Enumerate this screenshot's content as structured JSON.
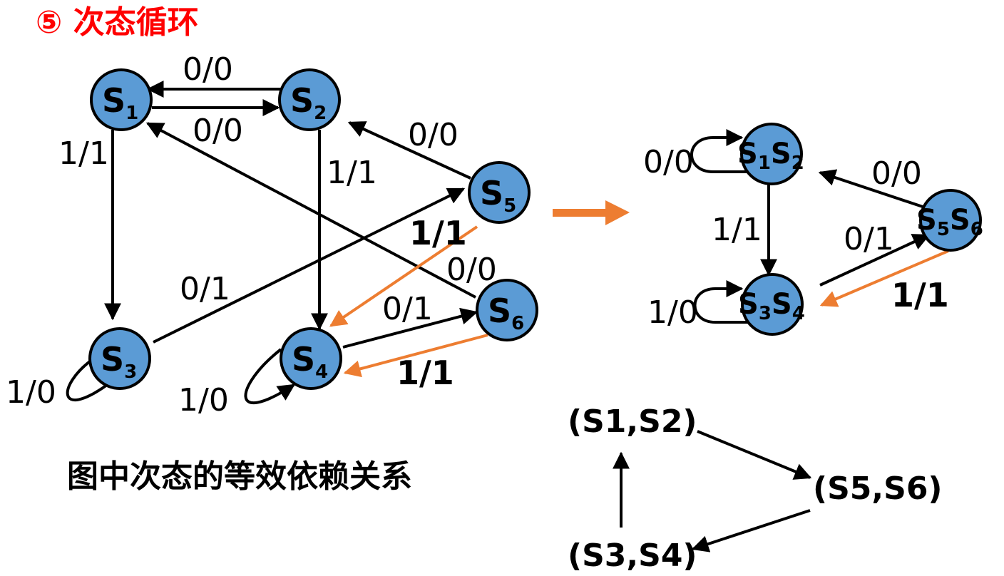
{
  "header": {
    "title": "⑤ 次态循环"
  },
  "states": {
    "s1": {
      "base": "S",
      "sub": "1"
    },
    "s2": {
      "base": "S",
      "sub": "2"
    },
    "s3": {
      "base": "S",
      "sub": "3"
    },
    "s4": {
      "base": "S",
      "sub": "4"
    },
    "s5": {
      "base": "S",
      "sub": "5"
    },
    "s6": {
      "base": "S",
      "sub": "6"
    },
    "m12": {
      "p1": "S",
      "s1": "1",
      "p2": "S",
      "s2": "2"
    },
    "m34": {
      "p1": "S",
      "s1": "3",
      "p2": "S",
      "s2": "4"
    },
    "m56": {
      "p1": "S",
      "s1": "5",
      "p2": "S",
      "s2": "6"
    }
  },
  "edges_left": {
    "s2_to_s1": "0/0",
    "s1_to_s2": "0/0",
    "s1_to_s3": "1/1",
    "s2_to_s4": "1/1",
    "s5_to_s2": "0/0",
    "s5_to_s4": "1/1",
    "s6_to_s1": "0/0",
    "s3_to_s5": "0/1",
    "s4_to_s6": "0/1",
    "s6_to_s4": "1/1",
    "s3_loop": "1/0",
    "s4_loop": "1/0"
  },
  "edges_right": {
    "m12_loop": "0/0",
    "m56_to_m12": "0/0",
    "m12_to_m34": "1/1",
    "m34_to_m56": "0/1",
    "m56_to_m34": "1/1",
    "m34_loop": "1/0"
  },
  "caption": "图中次态的等效依赖关系",
  "dependency": {
    "p12": "(S1,S2)",
    "p56": "(S5,S6)",
    "p34": "(S3,S4)"
  },
  "colors": {
    "node_fill": "#5b9bd5",
    "accent_orange": "#ed7d31",
    "title_red": "#ff0000",
    "line": "#000000"
  }
}
